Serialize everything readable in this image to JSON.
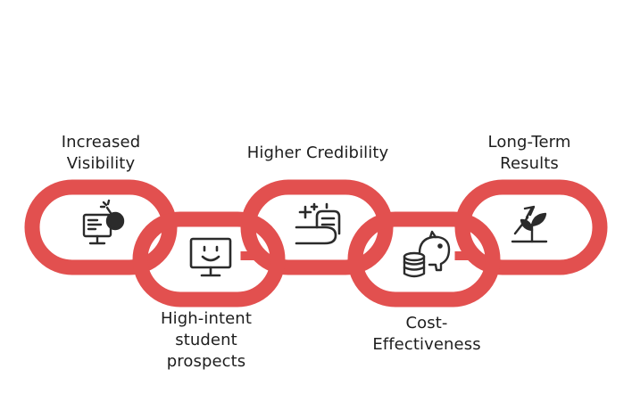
{
  "colors": {
    "chain": "#e2504f",
    "icon": "#2b2b2b",
    "text": "#1e1e1e",
    "background": "#ffffff"
  },
  "benefits": [
    {
      "label": [
        "Increased",
        "Visibility"
      ],
      "icon": "computer-bomb-icon"
    },
    {
      "label": [
        "Higher Credibility"
      ],
      "icon": "thumbs-up-sparkle-icon"
    },
    {
      "label": [
        "Long-Term",
        "Results"
      ],
      "icon": "growth-plant-icon"
    },
    {
      "label": [
        "High-intent",
        "student",
        "prospects"
      ],
      "icon": "smiley-monitor-icon"
    },
    {
      "label": [
        "Cost-",
        "Effectiveness"
      ],
      "icon": "piggy-bank-coins-icon"
    }
  ]
}
